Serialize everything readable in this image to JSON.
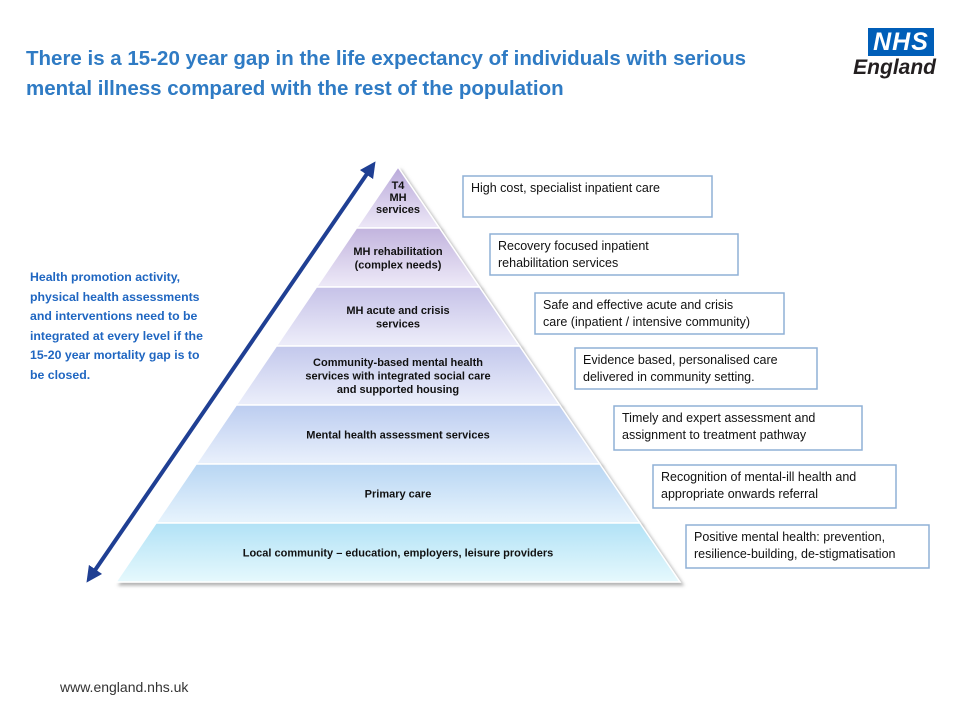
{
  "header": {
    "title": "There is a 15-20 year gap in the life expectancy of individuals with serious mental illness compared with the rest of the population"
  },
  "logo": {
    "nhs": "NHS",
    "region": "England",
    "brand_color": "#005eb8"
  },
  "side_note": {
    "text": "Health promotion activity, physical health assessments and interventions need to be integrated at every level if the 15-20 year mortality gap is to be closed."
  },
  "arrow": {
    "icon": "double-headed-arrow-icon",
    "color": "#1f3f93"
  },
  "tiers": [
    {
      "lines": [
        "T4",
        "MH",
        "services"
      ],
      "callout": [
        "High cost, specialist inpatient care"
      ]
    },
    {
      "lines": [
        "MH rehabilitation",
        "(complex needs)"
      ],
      "callout": [
        "Recovery focused inpatient",
        "rehabilitation services"
      ]
    },
    {
      "lines": [
        "MH acute and crisis",
        "services"
      ],
      "callout": [
        "Safe and effective acute and crisis",
        "care (inpatient / intensive community)"
      ]
    },
    {
      "lines": [
        "Community-based mental health",
        "services with integrated social care",
        "and supported housing"
      ],
      "callout": [
        "Evidence based, personalised care",
        "delivered in community setting."
      ]
    },
    {
      "lines": [
        "Mental health assessment services"
      ],
      "callout": [
        "Timely and expert assessment and",
        "assignment to treatment pathway"
      ]
    },
    {
      "lines": [
        "Primary care"
      ],
      "callout": [
        "Recognition of mental-ill health and",
        "appropriate onwards referral"
      ]
    },
    {
      "lines": [
        "Local community – education, employers, leisure providers"
      ],
      "callout": [
        "Positive mental health: prevention,",
        "resilience-building, de-stigmatisation"
      ]
    }
  ],
  "colors": {
    "tier_gradient_top": [
      "#b9a9da",
      "#c2b4de",
      "#c6c2e8",
      "#c3c8ec",
      "#bccdf0",
      "#b8d6f3",
      "#b2e2f6"
    ],
    "tier_gradient_bottom": [
      "#ede8f7",
      "#eeeaf8",
      "#eeeefa",
      "#eceffb",
      "#eaf1fc",
      "#e8f4fd",
      "#e6f9fd"
    ],
    "callout_border": "#8fb0d6",
    "title": "#2f7bc4",
    "note": "#1f66c1"
  },
  "footer": {
    "url": "www.england.nhs.uk"
  }
}
